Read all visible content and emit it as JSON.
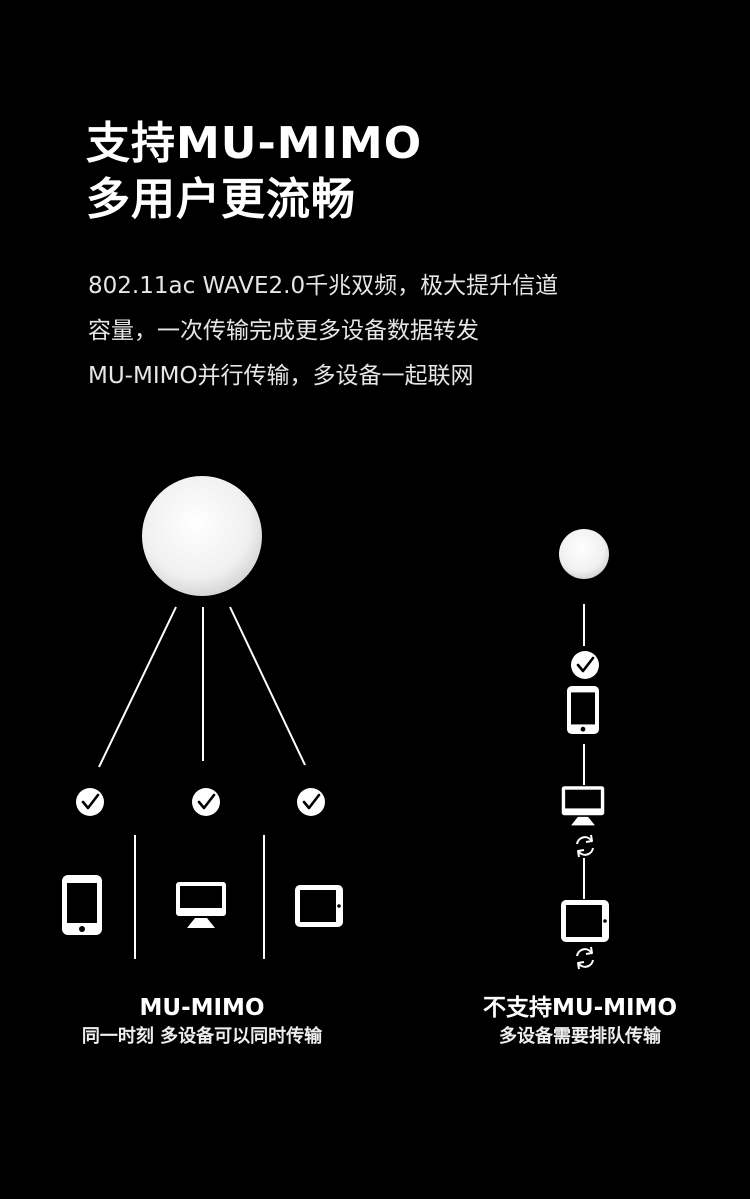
{
  "title": {
    "line1": "支持MU-MIMO",
    "line2": "多用户更流畅"
  },
  "description": [
    "802.11ac WAVE2.0千兆双频，极大提升信道",
    "容量，一次传输完成更多设备数据转发",
    "MU-MIMO并行传输，多设备一起联网"
  ],
  "left_panel": {
    "caption_title": "MU-MIMO",
    "caption_sub": "同一时刻 多设备可以同时传输",
    "devices": [
      "phone-icon",
      "monitor-icon",
      "tablet-icon"
    ]
  },
  "right_panel": {
    "caption_title": "不支持MU-MIMO",
    "caption_sub": "多设备需要排队传输",
    "devices": [
      "phone-icon",
      "monitor-icon",
      "tablet-icon"
    ]
  },
  "colors": {
    "background": "#000000",
    "foreground": "#ffffff"
  }
}
